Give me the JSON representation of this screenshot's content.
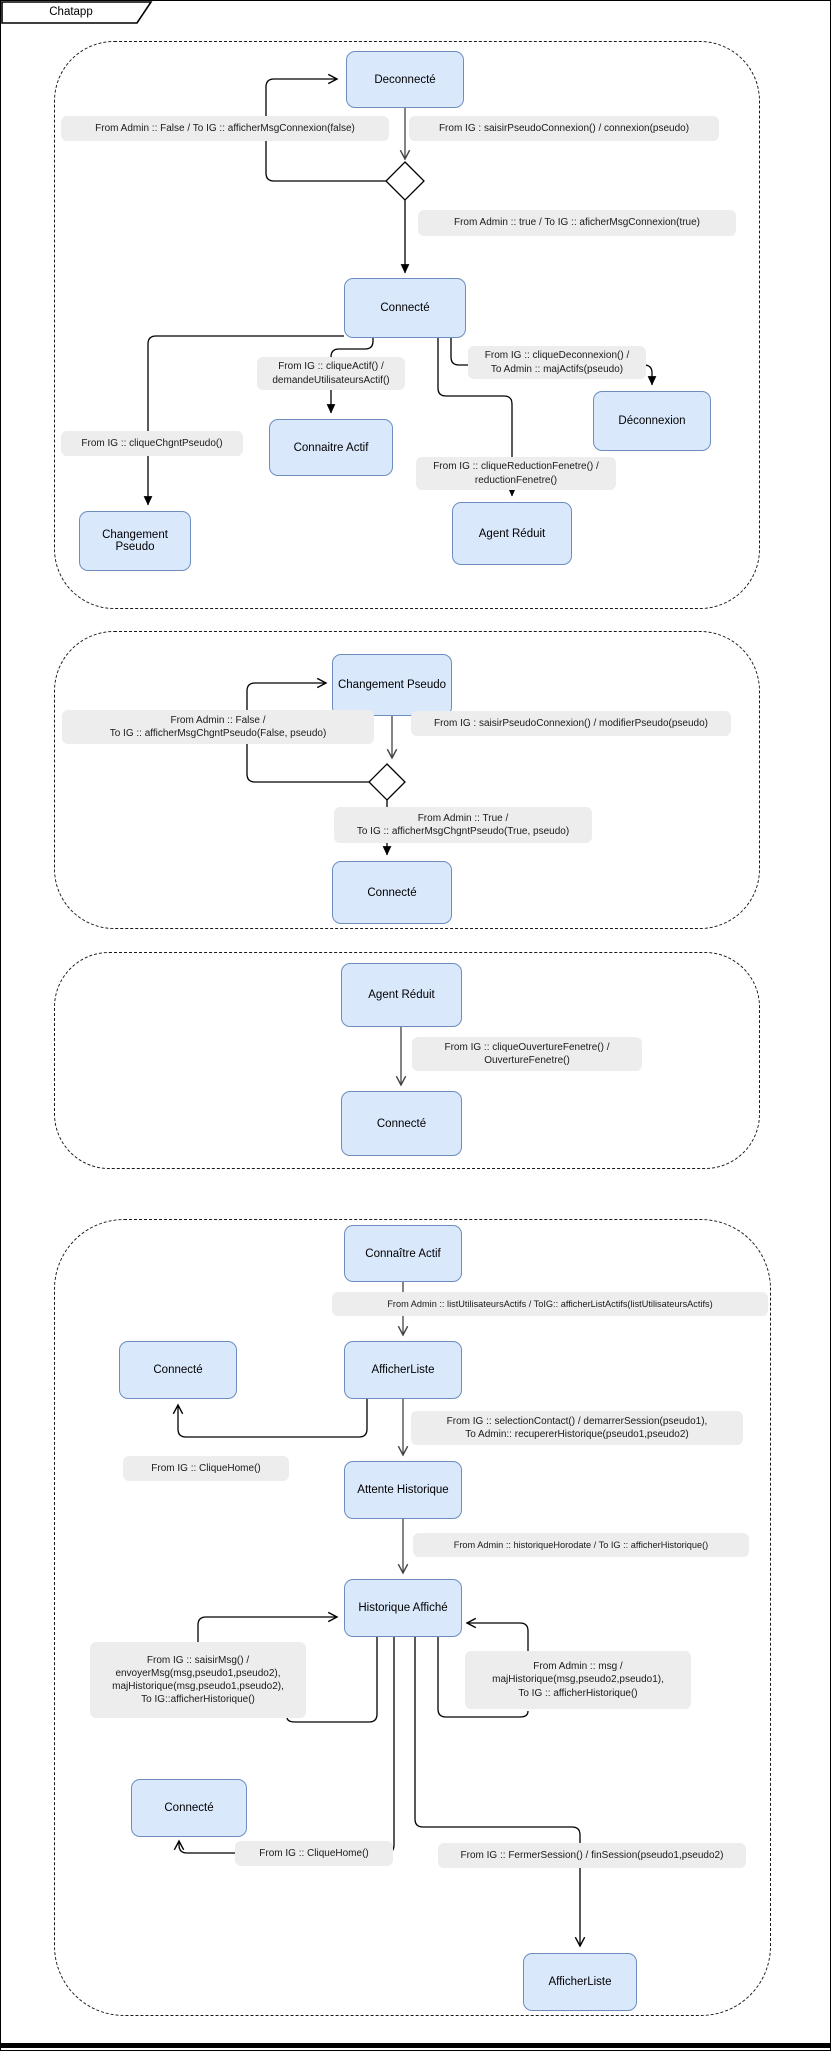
{
  "app": {
    "title": "Chatapp"
  },
  "colors": {
    "state_fill": "#dae8fc",
    "state_border": "#6c8ebf",
    "label_bg": "#ededed",
    "line_black": "#000000",
    "line_gray": "#424242",
    "container_border": "#1a1a1a"
  },
  "s1": {
    "states": {
      "deconnecte": "Deconnecté",
      "connecte": "Connecté",
      "connaitre_actif": "Connaitre Actif",
      "deconnexion": "Déconnexion",
      "agent_reduit": "Agent Réduit",
      "changement_pseudo": "Changement Pseudo"
    },
    "labels": {
      "admin_false": "From Admin :: False  / To IG :: afficherMsgConnexion(false)",
      "saisir_pseudo": "From IG : saisirPseudoConnexion() / connexion(pseudo)",
      "admin_true": "From Admin :: true  / To IG :: aficherMsgConnexion(true)",
      "clique_actif": "From IG :: cliqueActif() /\ndemandeUtilisateursActif()",
      "clique_deconnexion": "From IG :: cliqueDeconnexion() /\nTo Admin :: majActifs(pseudo)",
      "clique_chgnt_pseudo": "From IG :: cliqueChgntPseudo()",
      "clique_reduction": "From IG :: cliqueReductionFenetre() /\nreductionFenetre()"
    }
  },
  "s2": {
    "states": {
      "changement_pseudo": "Changement Pseudo",
      "connecte": "Connecté"
    },
    "labels": {
      "admin_false": "From Admin :: False /\nTo IG :: afficherMsgChgntPseudo(False, pseudo)",
      "saisir_pseudo": "From IG : saisirPseudoConnexion() / modifierPseudo(pseudo)",
      "admin_true": "From Admin :: True /\nTo IG :: afficherMsgChgntPseudo(True, pseudo)"
    }
  },
  "s3": {
    "states": {
      "agent_reduit": "Agent Réduit",
      "connecte": "Connecté"
    },
    "labels": {
      "clique_ouverture": "From IG :: cliqueOuvertureFenetre() /\nOuvertureFenetre()"
    }
  },
  "s4": {
    "states": {
      "connaitre_actif": "Connaître Actif",
      "connecte_haut": "Connecté",
      "afficher_liste": "AfficherListe",
      "attente_historique": "Attente Historique",
      "historique_affiche": "Historique Affiché",
      "connecte_bas": "Connecté",
      "afficher_liste_bas": "AfficherListe"
    },
    "labels": {
      "list_actifs": "From Admin :: listUtilisateursActifs / ToIG:: afficherListActifs(listUtilisateursActifs)",
      "selection_contact": "From IG :: selectionContact() / demarrerSession(pseudo1),\nTo Admin:: recupererHistorique(pseudo1,pseudo2)",
      "clique_home_haut": "From IG :: CliqueHome()",
      "historique_horodate": "From Admin :: historiqueHorodate / To IG :: afficherHistorique()",
      "saisir_msg": "From IG :: saisirMsg() /\nenvoyerMsg(msg,pseudo1,pseudo2),\nmajHistorique(msg,pseudo1,pseudo2),\nTo IG::afficherHistorique()",
      "admin_msg": "From Admin :: msg /\nmajHistorique(msg,pseudo2,pseudo1),\nTo IG :: afficherHistorique()",
      "clique_home_bas": "From IG :: CliqueHome()",
      "fermer_session": "From IG :: FermerSession() / finSession(pseudo1,pseudo2)"
    }
  }
}
